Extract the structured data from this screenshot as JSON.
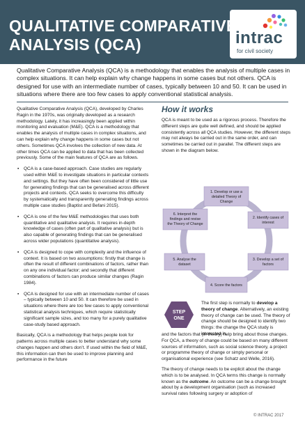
{
  "header": {
    "title_line1": "QUALITATIVE COMPARATIVE",
    "title_line2": "ANALYSIS (QCA)",
    "logo_word": "intrac",
    "logo_sub": "for civil society"
  },
  "intro": "Qualitative Comparative Analysis (QCA) is a methodology that enables the analysis of multiple cases in complex situations. It can help explain why change happens in some cases but not others. QCA is designed for use with an intermediate number of cases, typically between 10 and 50. It can be used in situations where there are too few cases to apply conventional statistical analysis.",
  "left": {
    "para1": "Qualitative Comparative Analysis (QCA), developed by Charles Ragin in the 1970s, was originally developed as a research methodology. Lately, it has increasingly been applied within monitoring and evaluation (M&E). QCA is a methodology that enables the analysis of multiple cases in complex situations, and can help explain why change happens in some cases but not others. Sometimes QCA involves the collection of new data. At other times QCA can be applied to data that has been collected previously. Some of the main features of QCA are as follows.",
    "bullet_char": "▪",
    "bullets": [
      "QCA is a case-based approach. Case studies are regularly used within M&E to investigate situations in particular contexts and settings. But they have often been considered of little use for generating findings that can be generalised across different projects and contexts. QCA seeks to overcome this difficulty by systematically and transparently generating findings across multiple case studies (Baptist and Befani 2015).",
      "QCA is one of the few M&E methodologies that uses both quantitative and qualitative analysis. It requires in-depth knowledge of cases (often part of qualitative analysis) but is also capable of generating findings that can be generalised across wider populations (quantitative analysis).",
      "QCA is designed to cope with complexity and the influence of context. It is based on two assumptions: firstly that change is often the result of different combinations of factors, rather than on any one individual factor; and secondly that different combinations of factors can produce similar changes (Ragin 1984).",
      "QCA is designed for use with an intermediate number of cases – typically between 10 and 50. It can therefore be used in situations where there are too few cases to apply conventional statistical analysis techniques, which require statistically significant sample sizes, and too many for a purely qualitative case-study based approach."
    ],
    "closing": "Basically, QCA is a methodology that helps people look for patterns across multiple cases to better understand why some changes happen and others don’t. If used within the field of M&E, this information can then be used to improve planning and performance in the future"
  },
  "right": {
    "heading": "How it works",
    "para": "QCA is meant to be used as a rigorous process. Therefore the different steps are quite well defined, and should be applied consistently across all QCA studies. However, the different steps may not always be carried out in the same order, and can sometimes be carried out in parallel. The different steps are shown in the diagram below."
  },
  "cycle": {
    "steps": [
      "1. Develop or use a detailed Theory of Change",
      "2. Identify cases of interest",
      "3. Develop a set of factors",
      "4. Score the factors",
      "5. Analyse the dataset",
      "6. Interpret the findings and revise the Theory of Change"
    ],
    "box_color": "#c9bfdb",
    "circle_color": "#b9b3cf"
  },
  "step_one": {
    "badge_line1": "STEP",
    "badge_line2": "ONE",
    "badge_color": "#6b4d7a",
    "text_a": "The first step is normally to ",
    "text_b": "develop a theory of change",
    "text_c": ". Alternatively, an existing theory of change can be used. The theory of change should be designed to identify two things: the change the QCA study is interested in,",
    "cont": "and the factors that (in theory) help bring about those changes. For QCA, a theory of change could be based on many different sources of information, such as social science theory, a project or programme theory of change or simply personal or organisational experience (see Schatz and Welle, 2016).",
    "para2_a": "The theory of change needs to be explicit about the change which is to be analysed. In QCA terms this change is normally known as the ",
    "para2_b": "outcome",
    "para2_c": ". An outcome can be a change brought about by a development organisation (such as increased survival rates following surgery or adoption of"
  },
  "copyright": "© INTRAC 2017",
  "colors": {
    "header": "#3a5564",
    "accent": "#6b4d7a",
    "logo_dots": [
      "#e3342f",
      "#f6993f",
      "#9561e2",
      "#3490dc",
      "#38c172",
      "#ffed4a"
    ]
  }
}
